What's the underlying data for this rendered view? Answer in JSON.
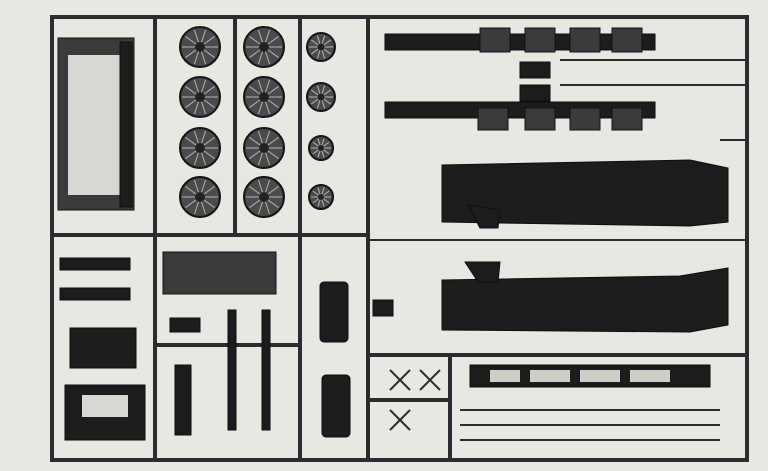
{
  "colors": {
    "background": "#e9e7e2",
    "plastic": "#1c1c1e",
    "plastic_highlight": "#3a3a3c"
  },
  "subject": {
    "wheel_rows": 4,
    "large_wheel_columns": 2,
    "small_wheel_column": 1
  }
}
